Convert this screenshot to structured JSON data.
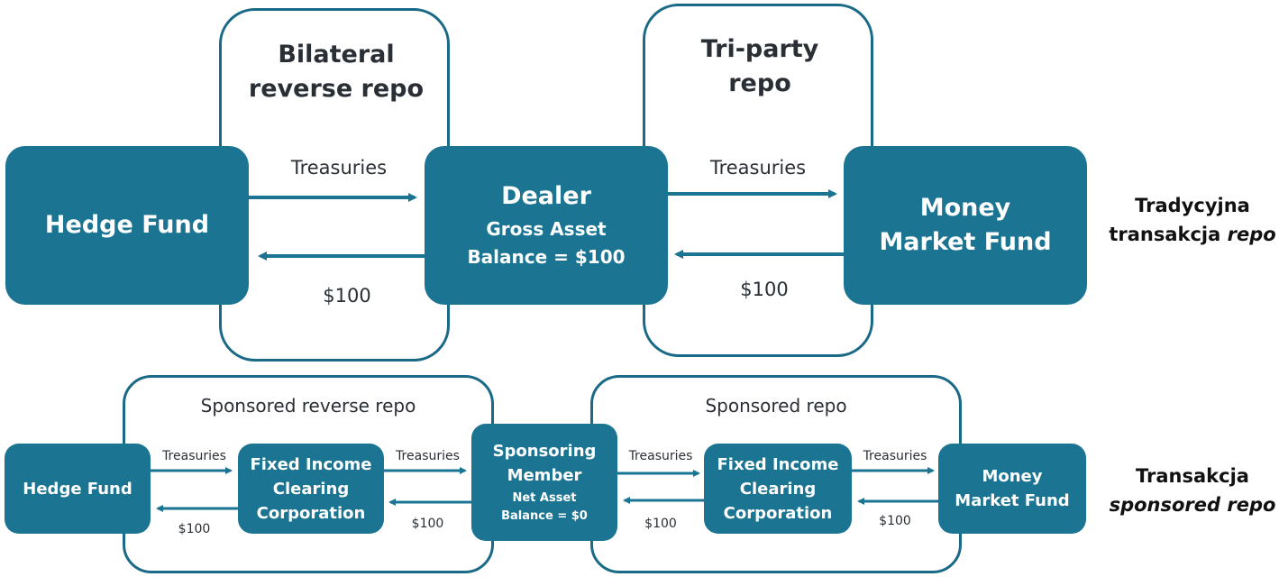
{
  "top": {
    "bilateral_title_1": "Bilateral",
    "bilateral_title_2": "reverse repo",
    "triparty_title_1": "Tri-party",
    "triparty_title_2": "repo",
    "hedge_fund": "Hedge Fund",
    "dealer": "Dealer",
    "dealer_sub_1": "Gross Asset",
    "dealer_sub_2": "Balance = $100",
    "mmf_1": "Money",
    "mmf_2": "Market Fund",
    "left_flow_top": "Treasuries",
    "left_flow_bottom": "$100",
    "right_flow_top": "Treasuries",
    "right_flow_bottom": "$100",
    "side_label_1": "Tradycyjna",
    "side_label_2a": "transakcja ",
    "side_label_2b": "repo"
  },
  "bottom": {
    "sponsored_reverse_title": "Sponsored reverse repo",
    "sponsored_title": "Sponsored repo",
    "hedge_fund": "Hedge Fund",
    "ficc_left_1": "Fixed Income",
    "ficc_left_2": "Clearing",
    "ficc_left_3": "Corporation",
    "sponsoring_1": "Sponsoring",
    "sponsoring_2": "Member",
    "sponsoring_sub_1": "Net Asset",
    "sponsoring_sub_2": "Balance = $0",
    "ficc_right_1": "Fixed Income",
    "ficc_right_2": "Clearing",
    "ficc_right_3": "Corporation",
    "mmf_1": "Money",
    "mmf_2": "Market Fund",
    "flow1_top": "Treasuries",
    "flow1_bottom": "$100",
    "flow2_top": "Treasuries",
    "flow2_bottom": "$100",
    "flow3_top": "Treasuries",
    "flow3_bottom": "$100",
    "flow4_top": "Treasuries",
    "flow4_bottom": "$100",
    "side_label_1": "Transakcja",
    "side_label_2": "sponsored repo"
  },
  "colors": {
    "node_fill": "#1b7492",
    "frame_stroke": "#1a6a87",
    "arrow": "#1b7492"
  }
}
